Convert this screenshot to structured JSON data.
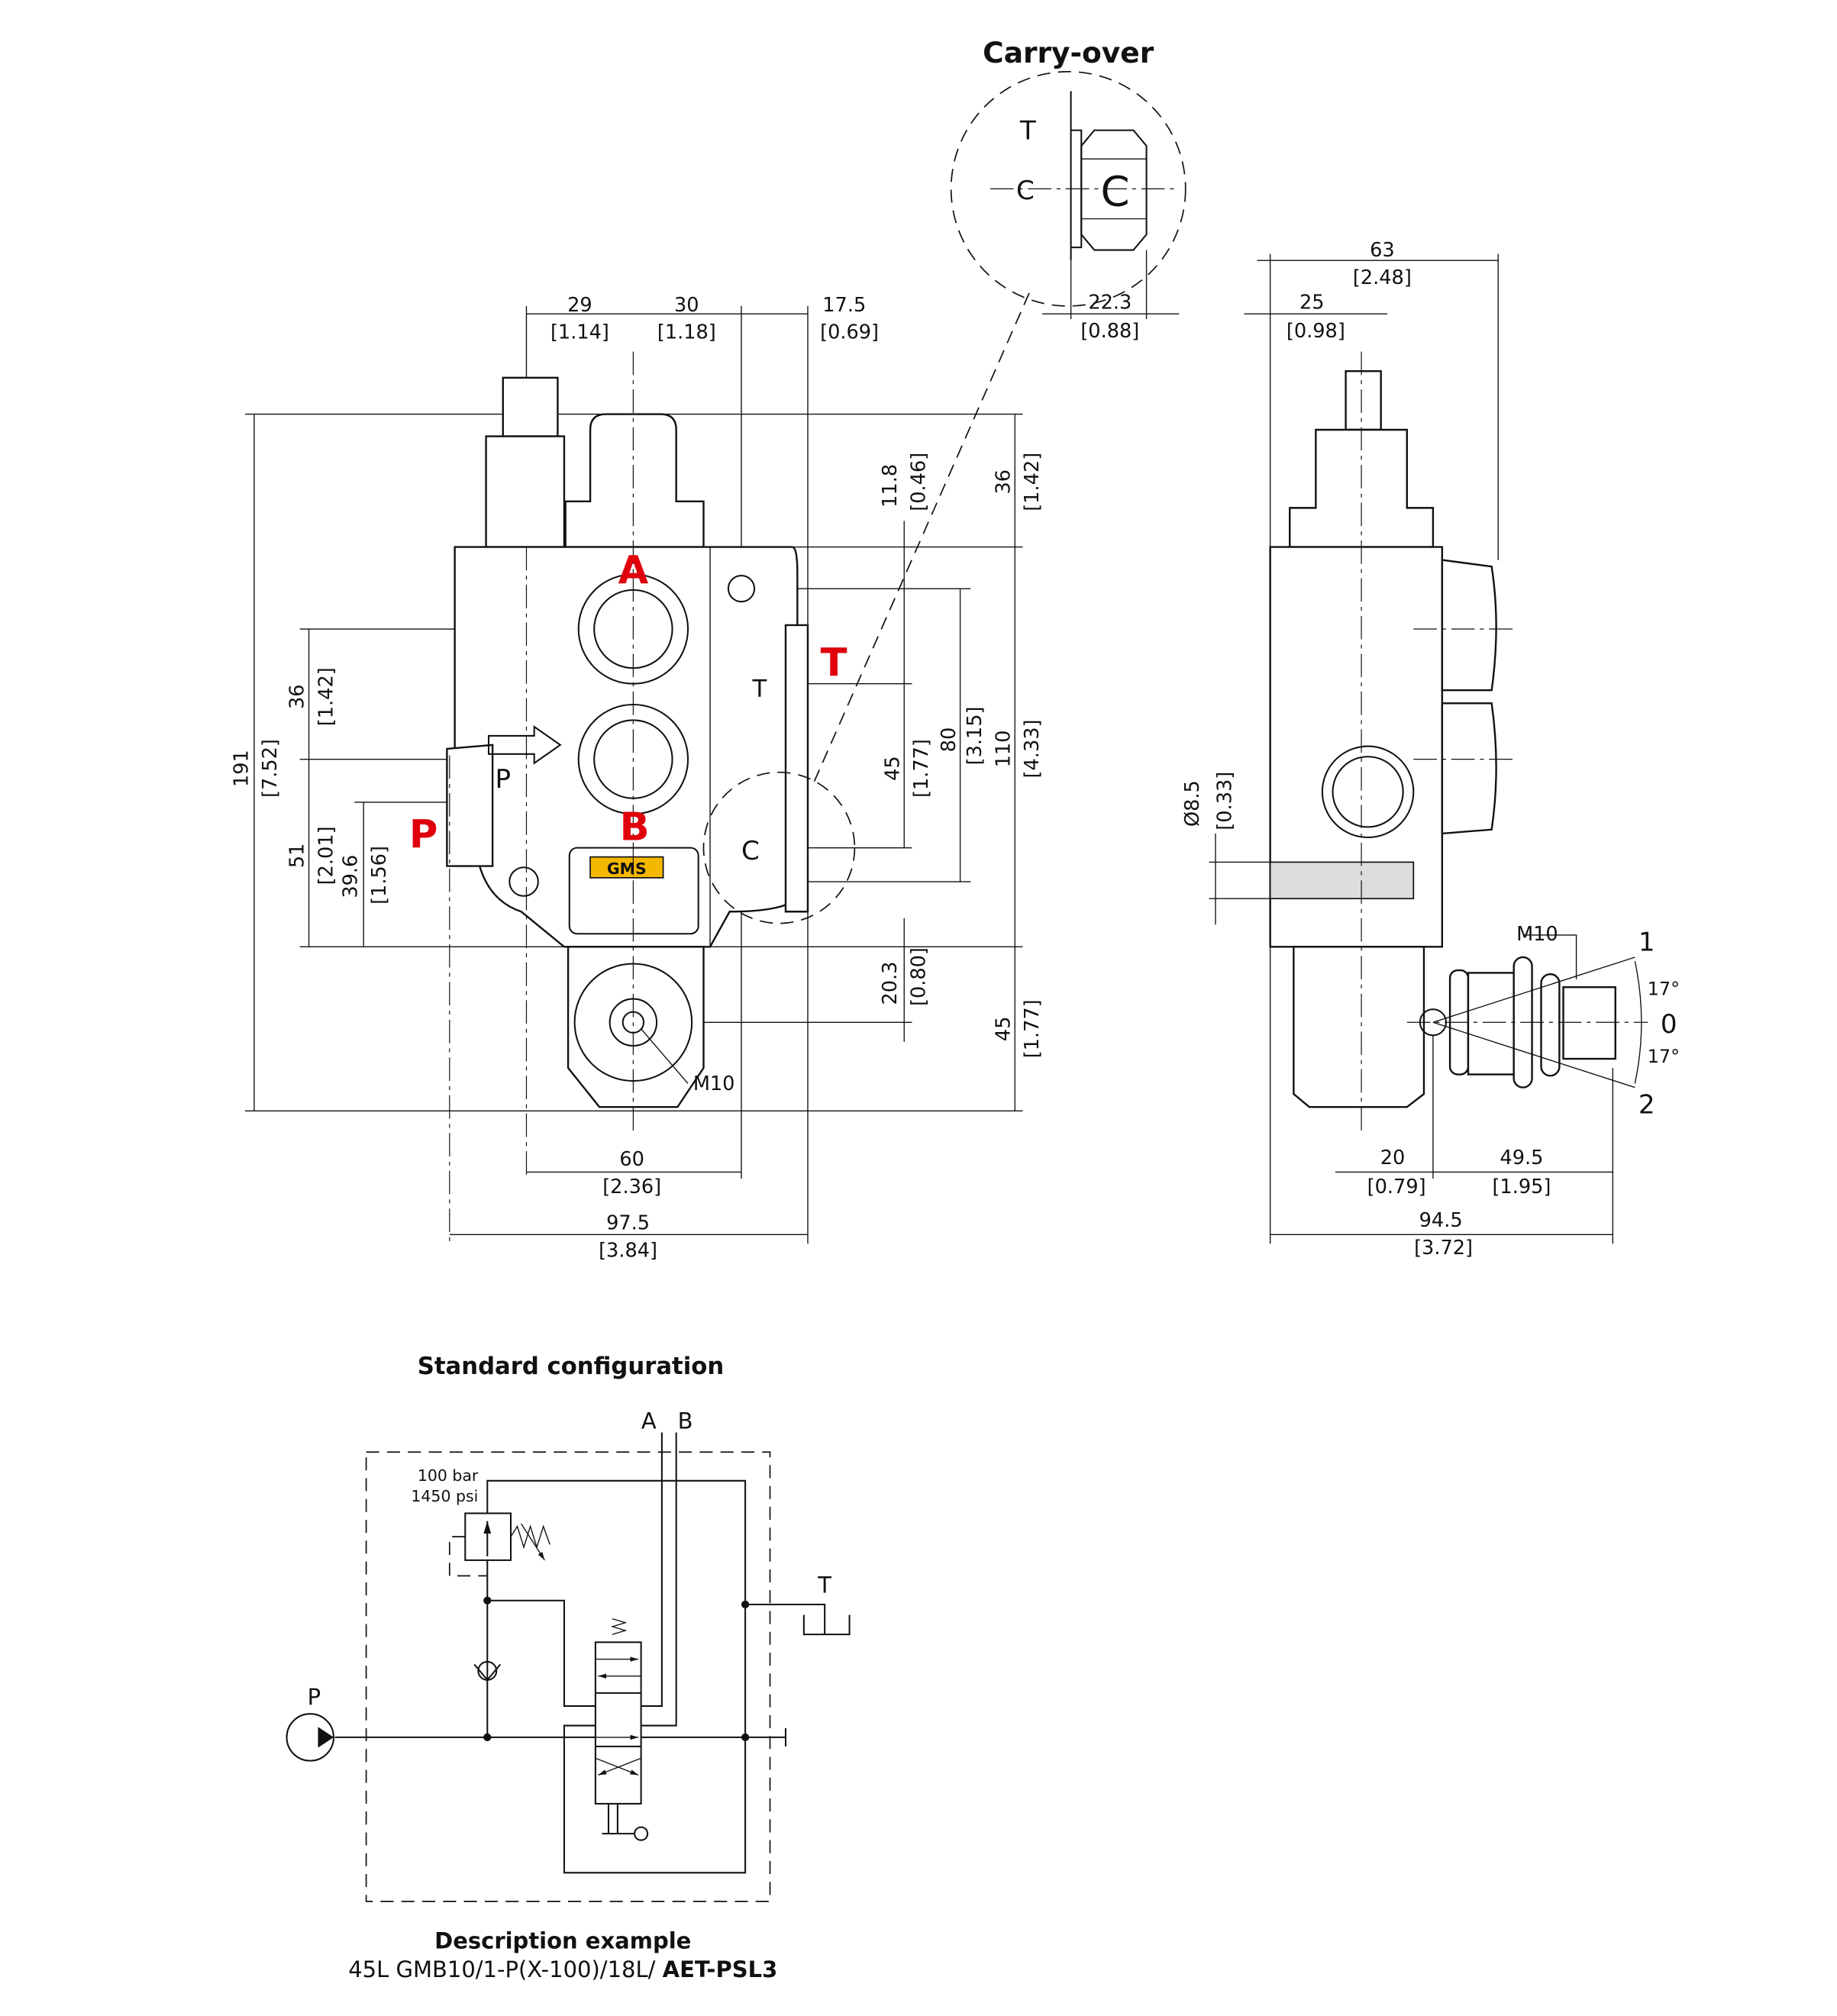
{
  "titles": {
    "carry_over": "Carry-over",
    "standard_configuration": "Standard configuration",
    "description_example": "Description example",
    "description_code_regular": "45L GMB10/1-P(X-100)/18L/ ",
    "description_code_bold": "AET-PSL3"
  },
  "ports": {
    "A": "A",
    "B": "B",
    "P": "P",
    "T": "T"
  },
  "carry_over_detail": {
    "T": "T",
    "C_small": "C",
    "C_big": "C"
  },
  "logo": "GMS",
  "dimensions": {
    "top_29": "29",
    "top_29_in": "[1.14]",
    "top_30": "30",
    "top_30_in": "[1.18]",
    "top_17_5": "17.5",
    "top_17_5_in": "[0.69]",
    "co_22_3": "22.3",
    "co_22_3_in": "[0.88]",
    "side_63": "63",
    "side_63_in": "[2.48]",
    "side_25": "25",
    "side_25_in": "[0.98]",
    "v_11_8": "11.8",
    "v_11_8_in": "[0.46]",
    "v_36r": "36",
    "v_36r_in": "[1.42]",
    "v_36l": "36",
    "v_36l_in": "[1.42]",
    "v_191": "191",
    "v_191_in": "[7.52]",
    "v_45a": "45",
    "v_45a_in": "[1.77]",
    "v_80": "80",
    "v_80_in": "[3.15]",
    "v_110": "110",
    "v_110_in": "[4.33]",
    "v_51": "51",
    "v_51_in": "[2.01]",
    "v_39_6": "39.6",
    "v_39_6_in": "[1.56]",
    "v_20_3": "20.3",
    "v_20_3_in": "[0.80]",
    "v_45b": "45",
    "v_45b_in": "[1.77]",
    "v_d8_5": "Ø8.5",
    "v_d8_5_in": "[0.33]",
    "bot_60": "60",
    "bot_60_in": "[2.36]",
    "bot_97_5": "97.5",
    "bot_97_5_in": "[3.84]",
    "bot_20": "20",
    "bot_20_in": "[0.79]",
    "bot_49_5": "49.5",
    "bot_49_5_in": "[1.95]",
    "bot_94_5": "94.5",
    "bot_94_5_in": "[3.72]",
    "thread_front": "M10",
    "thread_side": "M10"
  },
  "lever_positions": {
    "pos1": "1",
    "pos0": "0",
    "pos2": "2",
    "angle_up": "17°",
    "angle_down": "17°"
  },
  "schematic": {
    "A": "A",
    "B": "B",
    "T": "T",
    "P": "P",
    "relief_bar": "100 bar",
    "relief_psi": "1450 psi"
  }
}
